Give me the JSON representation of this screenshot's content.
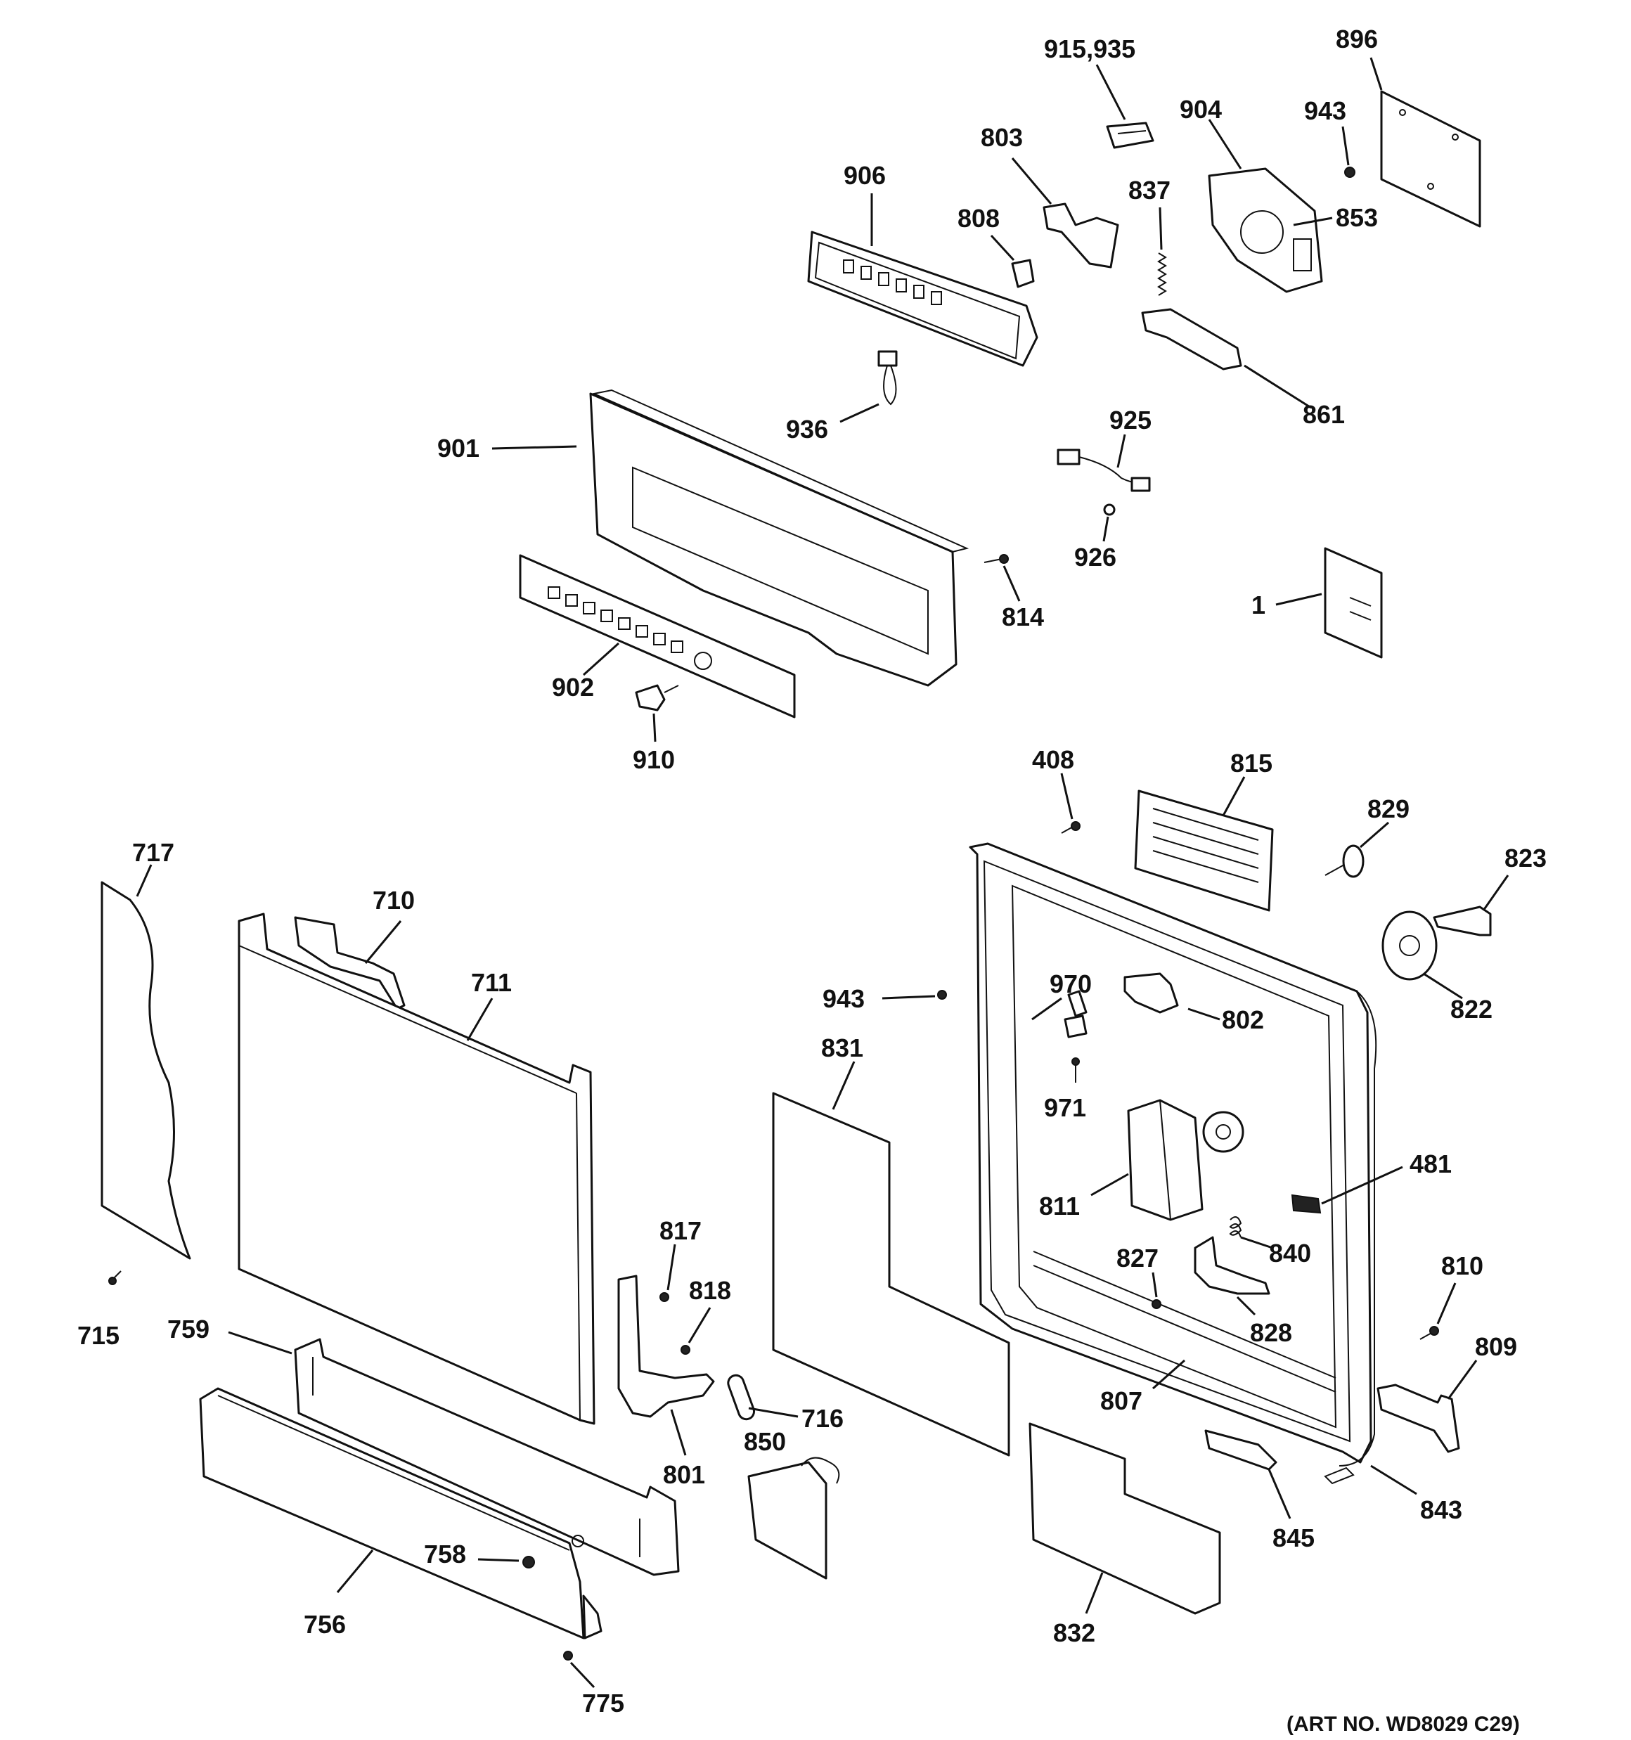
{
  "callouts": {
    "c915_935": "915,935",
    "c896": "896",
    "c904": "904",
    "c943a": "943",
    "c803": "803",
    "c837": "837",
    "c853": "853",
    "c906": "906",
    "c808": "808",
    "c861": "861",
    "c936": "936",
    "c925": "925",
    "c901": "901",
    "c926": "926",
    "c814": "814",
    "c1": "1",
    "c902": "902",
    "c910": "910",
    "c408": "408",
    "c815": "815",
    "c829": "829",
    "c823": "823",
    "c717": "717",
    "c710": "710",
    "c711": "711",
    "c943b": "943",
    "c970": "970",
    "c802": "802",
    "c822": "822",
    "c831": "831",
    "c971": "971",
    "c481": "481",
    "c811": "811",
    "c817": "817",
    "c827": "827",
    "c840": "840",
    "c810": "810",
    "c818": "818",
    "c715": "715",
    "c759": "759",
    "c828": "828",
    "c809": "809",
    "c716": "716",
    "c807": "807",
    "c850": "850",
    "c801": "801",
    "c843": "843",
    "c845": "845",
    "c758": "758",
    "c756": "756",
    "c832": "832",
    "c775": "775"
  },
  "art_number": "(ART NO. WD8029 C29)"
}
